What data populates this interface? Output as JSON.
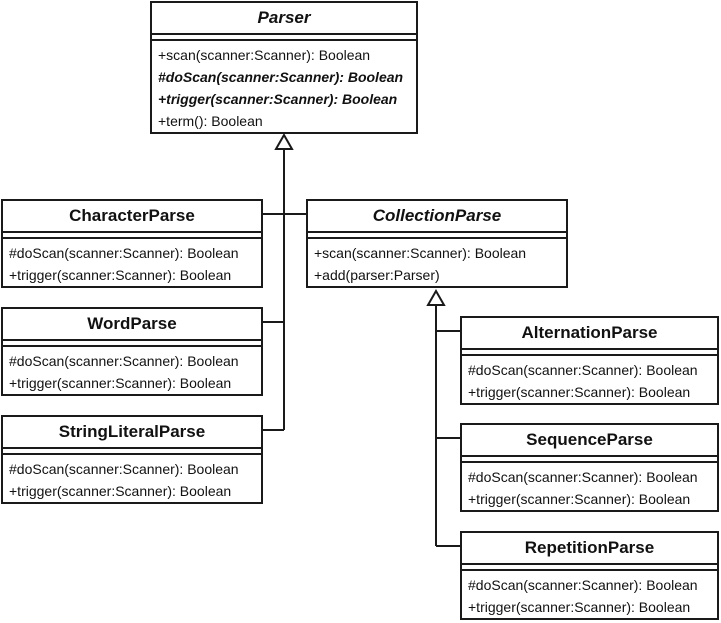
{
  "classes": {
    "parser": {
      "name": "Parser",
      "operations": [
        "+scan(scanner:Scanner): Boolean",
        "#doScan(scanner:Scanner): Boolean",
        "+trigger(scanner:Scanner): Boolean",
        "+term(): Boolean"
      ]
    },
    "character_parse": {
      "name": "CharacterParse",
      "operations": [
        "#doScan(scanner:Scanner): Boolean",
        "+trigger(scanner:Scanner): Boolean"
      ]
    },
    "collection_parse": {
      "name": "CollectionParse",
      "operations": [
        "+scan(scanner:Scanner): Boolean",
        "+add(parser:Parser)"
      ]
    },
    "word_parse": {
      "name": "WordParse",
      "operations": [
        "#doScan(scanner:Scanner): Boolean",
        "+trigger(scanner:Scanner): Boolean"
      ]
    },
    "string_literal_parse": {
      "name": "StringLiteralParse",
      "operations": [
        "#doScan(scanner:Scanner): Boolean",
        "+trigger(scanner:Scanner): Boolean"
      ]
    },
    "alternation_parse": {
      "name": "AlternationParse",
      "operations": [
        "#doScan(scanner:Scanner): Boolean",
        "+trigger(scanner:Scanner): Boolean"
      ]
    },
    "sequence_parse": {
      "name": "SequenceParse",
      "operations": [
        "#doScan(scanner:Scanner): Boolean",
        "+trigger(scanner:Scanner): Boolean"
      ]
    },
    "repetition_parse": {
      "name": "RepetitionParse",
      "operations": [
        "#doScan(scanner:Scanner): Boolean",
        "+trigger(scanner:Scanner): Boolean"
      ]
    }
  },
  "colors": {
    "line": "#1a1a1a",
    "background": "#ffffff"
  }
}
